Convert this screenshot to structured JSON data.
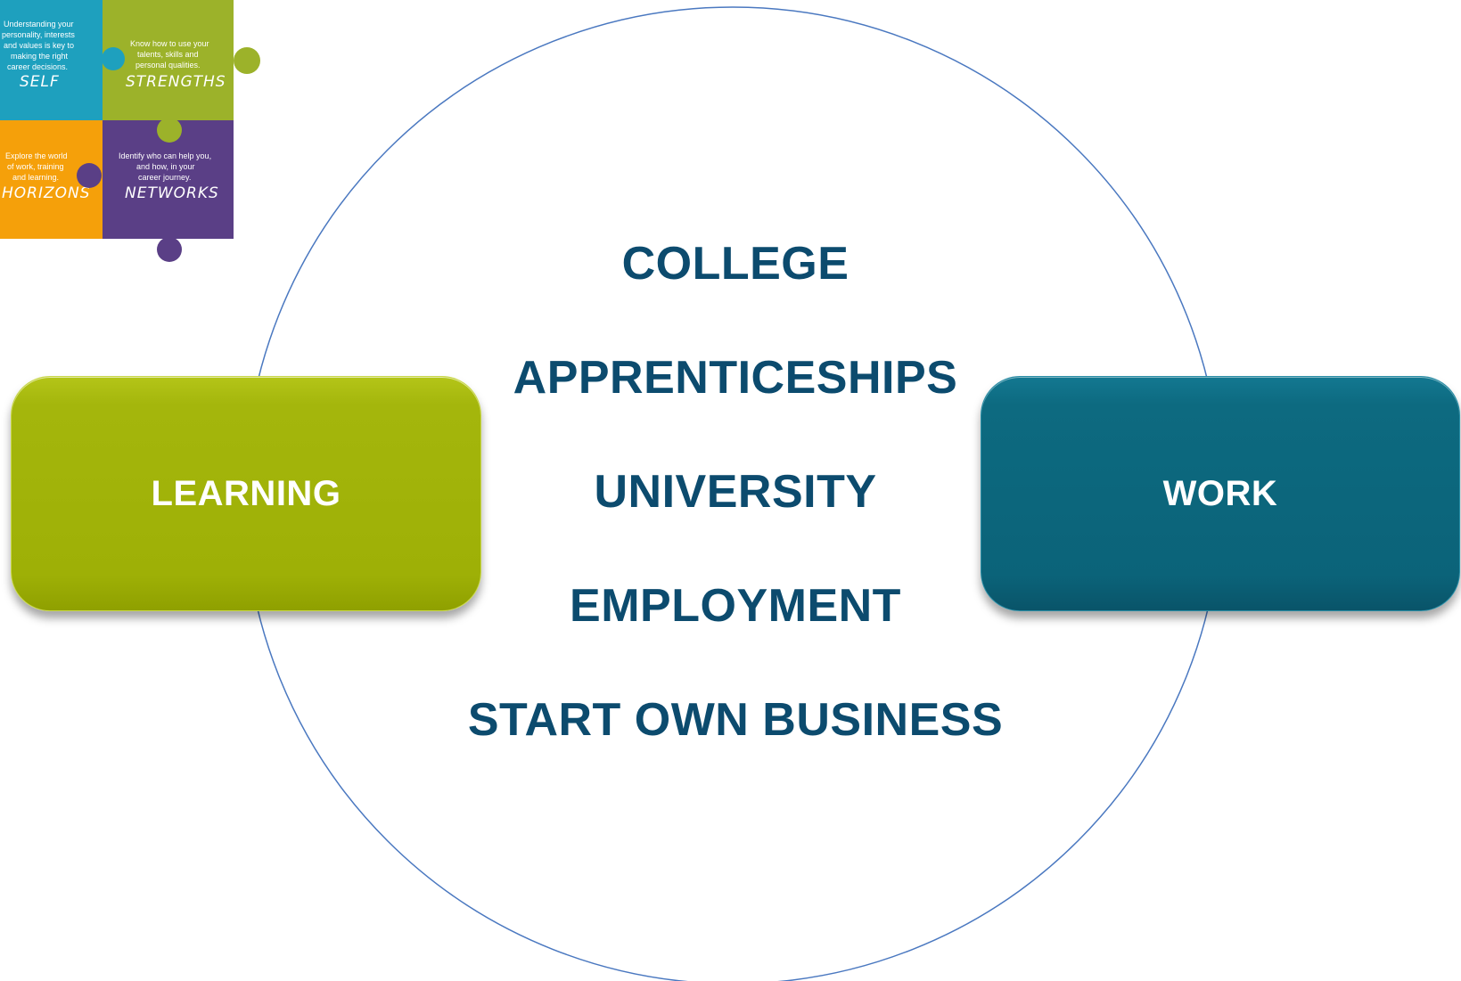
{
  "puzzle": {
    "pieces": [
      {
        "key": "self",
        "color": "#1ea0be",
        "title": "SELF",
        "lines": [
          "Understanding your",
          "personality, interests",
          "and values is key to",
          "making the right",
          "career decisions."
        ]
      },
      {
        "key": "strengths",
        "color": "#9cb22a",
        "title": "STRENGTHS",
        "lines": [
          "Know how to use your",
          "talents, skills and",
          "personal qualities."
        ]
      },
      {
        "key": "horizons",
        "color": "#f5a00a",
        "title": "HORIZONS",
        "lines": [
          "Explore the world",
          "of work, training",
          "and learning."
        ]
      },
      {
        "key": "networks",
        "color": "#5a3f86",
        "title": "NETWORKS",
        "lines": [
          "Identify who can help you,",
          "and how, in your",
          "career journey."
        ]
      }
    ]
  },
  "learning_box": {
    "label": "LEARNING",
    "color": "#a4b60c"
  },
  "work_box": {
    "label": "WORK",
    "color": "#0d6a80"
  },
  "options": [
    "COLLEGE",
    "APPRENTICESHIPS",
    "UNIVERSITY",
    "EMPLOYMENT",
    "START OWN BUSINESS"
  ],
  "colors": {
    "ring": "#4a78c0",
    "option_text": "#0c4b6e"
  }
}
